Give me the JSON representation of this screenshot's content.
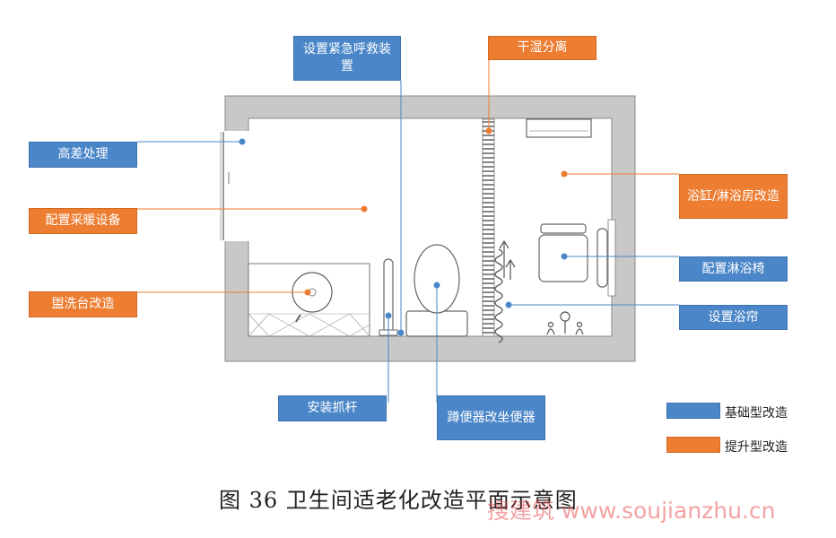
{
  "labels": {
    "gaocha": "高差处理",
    "caiuan": "配置采暖设备",
    "xishoutai": "盥洗台改造",
    "hujiu": "设置紧急呼救装置",
    "ganshi": "干湿分离",
    "yugang": "浴缸/淋浴房改造",
    "linyuyi": "配置淋浴椅",
    "yulian": "设置浴帘",
    "zhuagan": "安装抓杆",
    "zuobian": "蹲便器改坐便器"
  },
  "legend": {
    "basic": "基础型改造",
    "upgrade": "提升型改造"
  },
  "colors": {
    "basic": "#4a86c8",
    "upgrade": "#ed7d31",
    "wall": "#c8c8c8"
  },
  "caption": "图 36 卫生间适老化改造平面示意图",
  "watermark": "搜建筑 www.soujianzhu.cn"
}
